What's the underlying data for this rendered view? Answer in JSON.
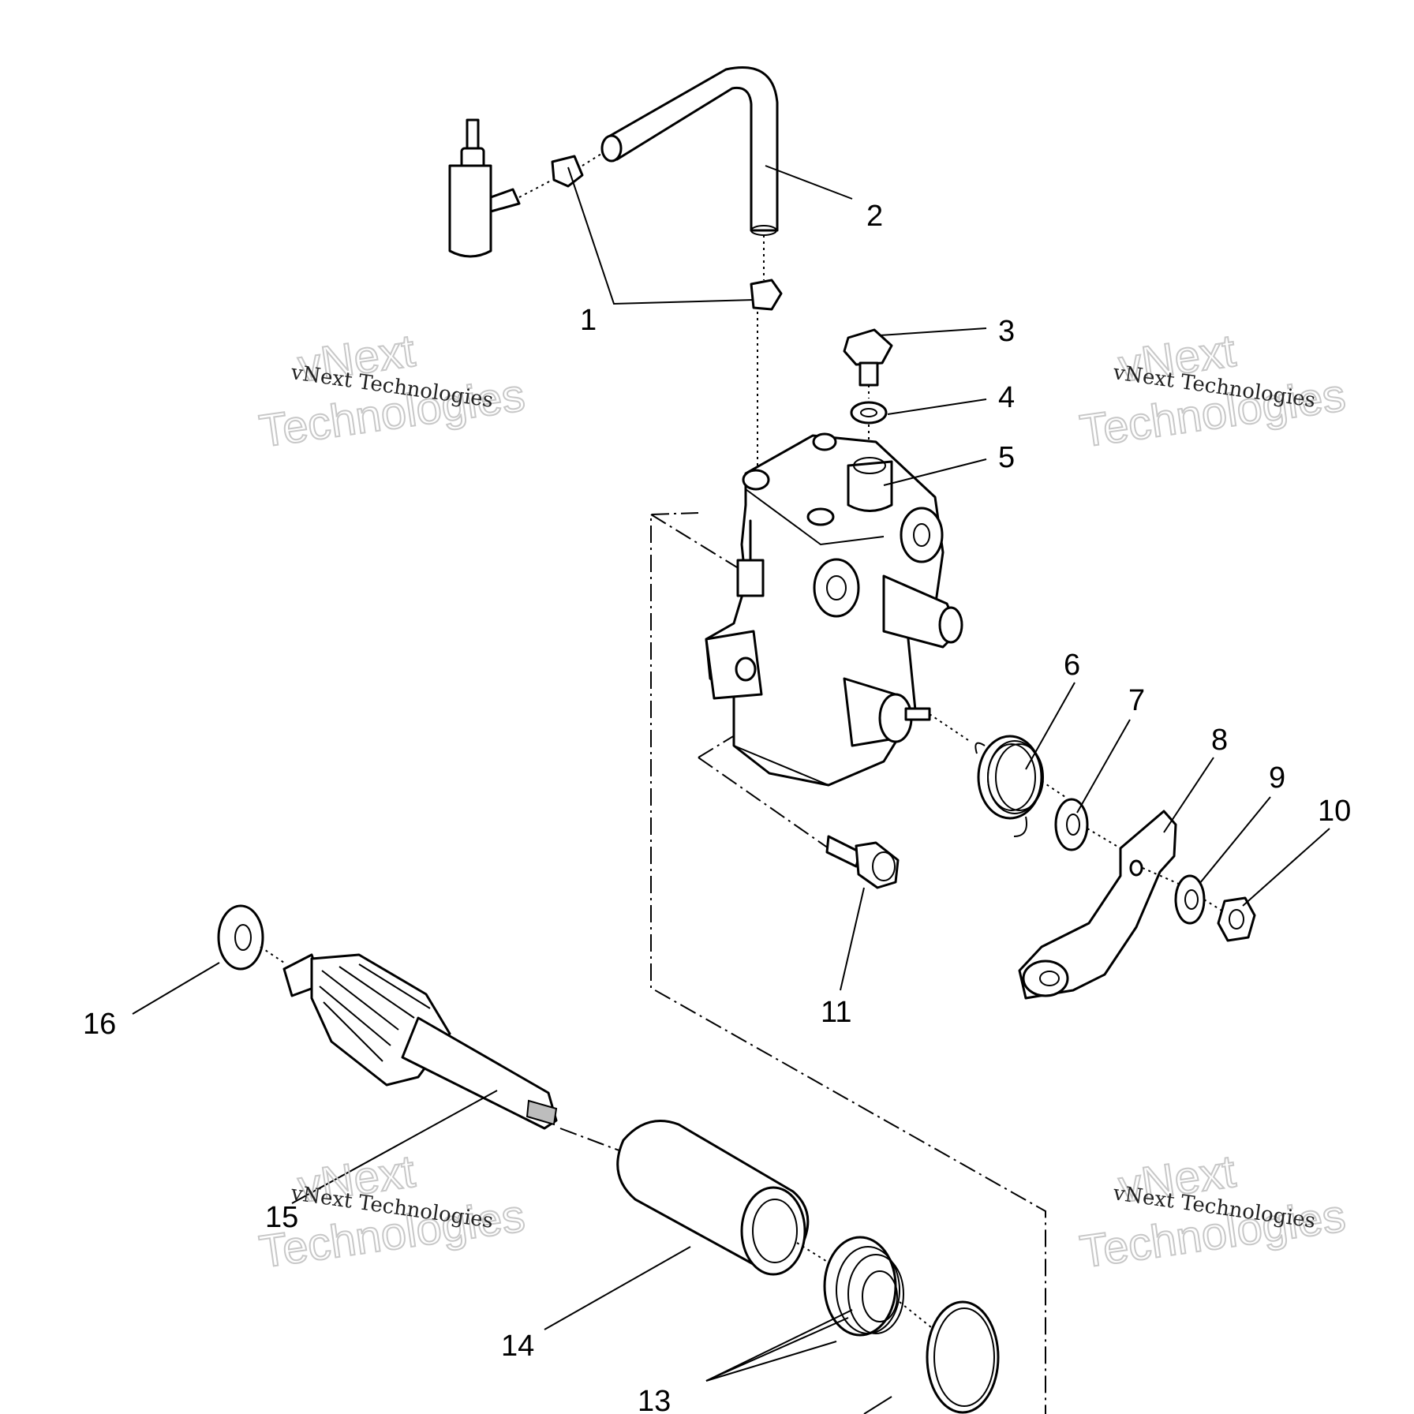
{
  "callouts": {
    "c1": "1",
    "c2": "2",
    "c3": "3",
    "c4": "4",
    "c5": "5",
    "c6": "6",
    "c7": "7",
    "c8": "8",
    "c9": "9",
    "c10": "10",
    "c11": "11",
    "c13": "13",
    "c14": "14",
    "c15": "15",
    "c16": "16"
  },
  "watermark": {
    "small": "vNext Technologies",
    "big_line1": "vNext",
    "big_line2": "Technologies"
  }
}
